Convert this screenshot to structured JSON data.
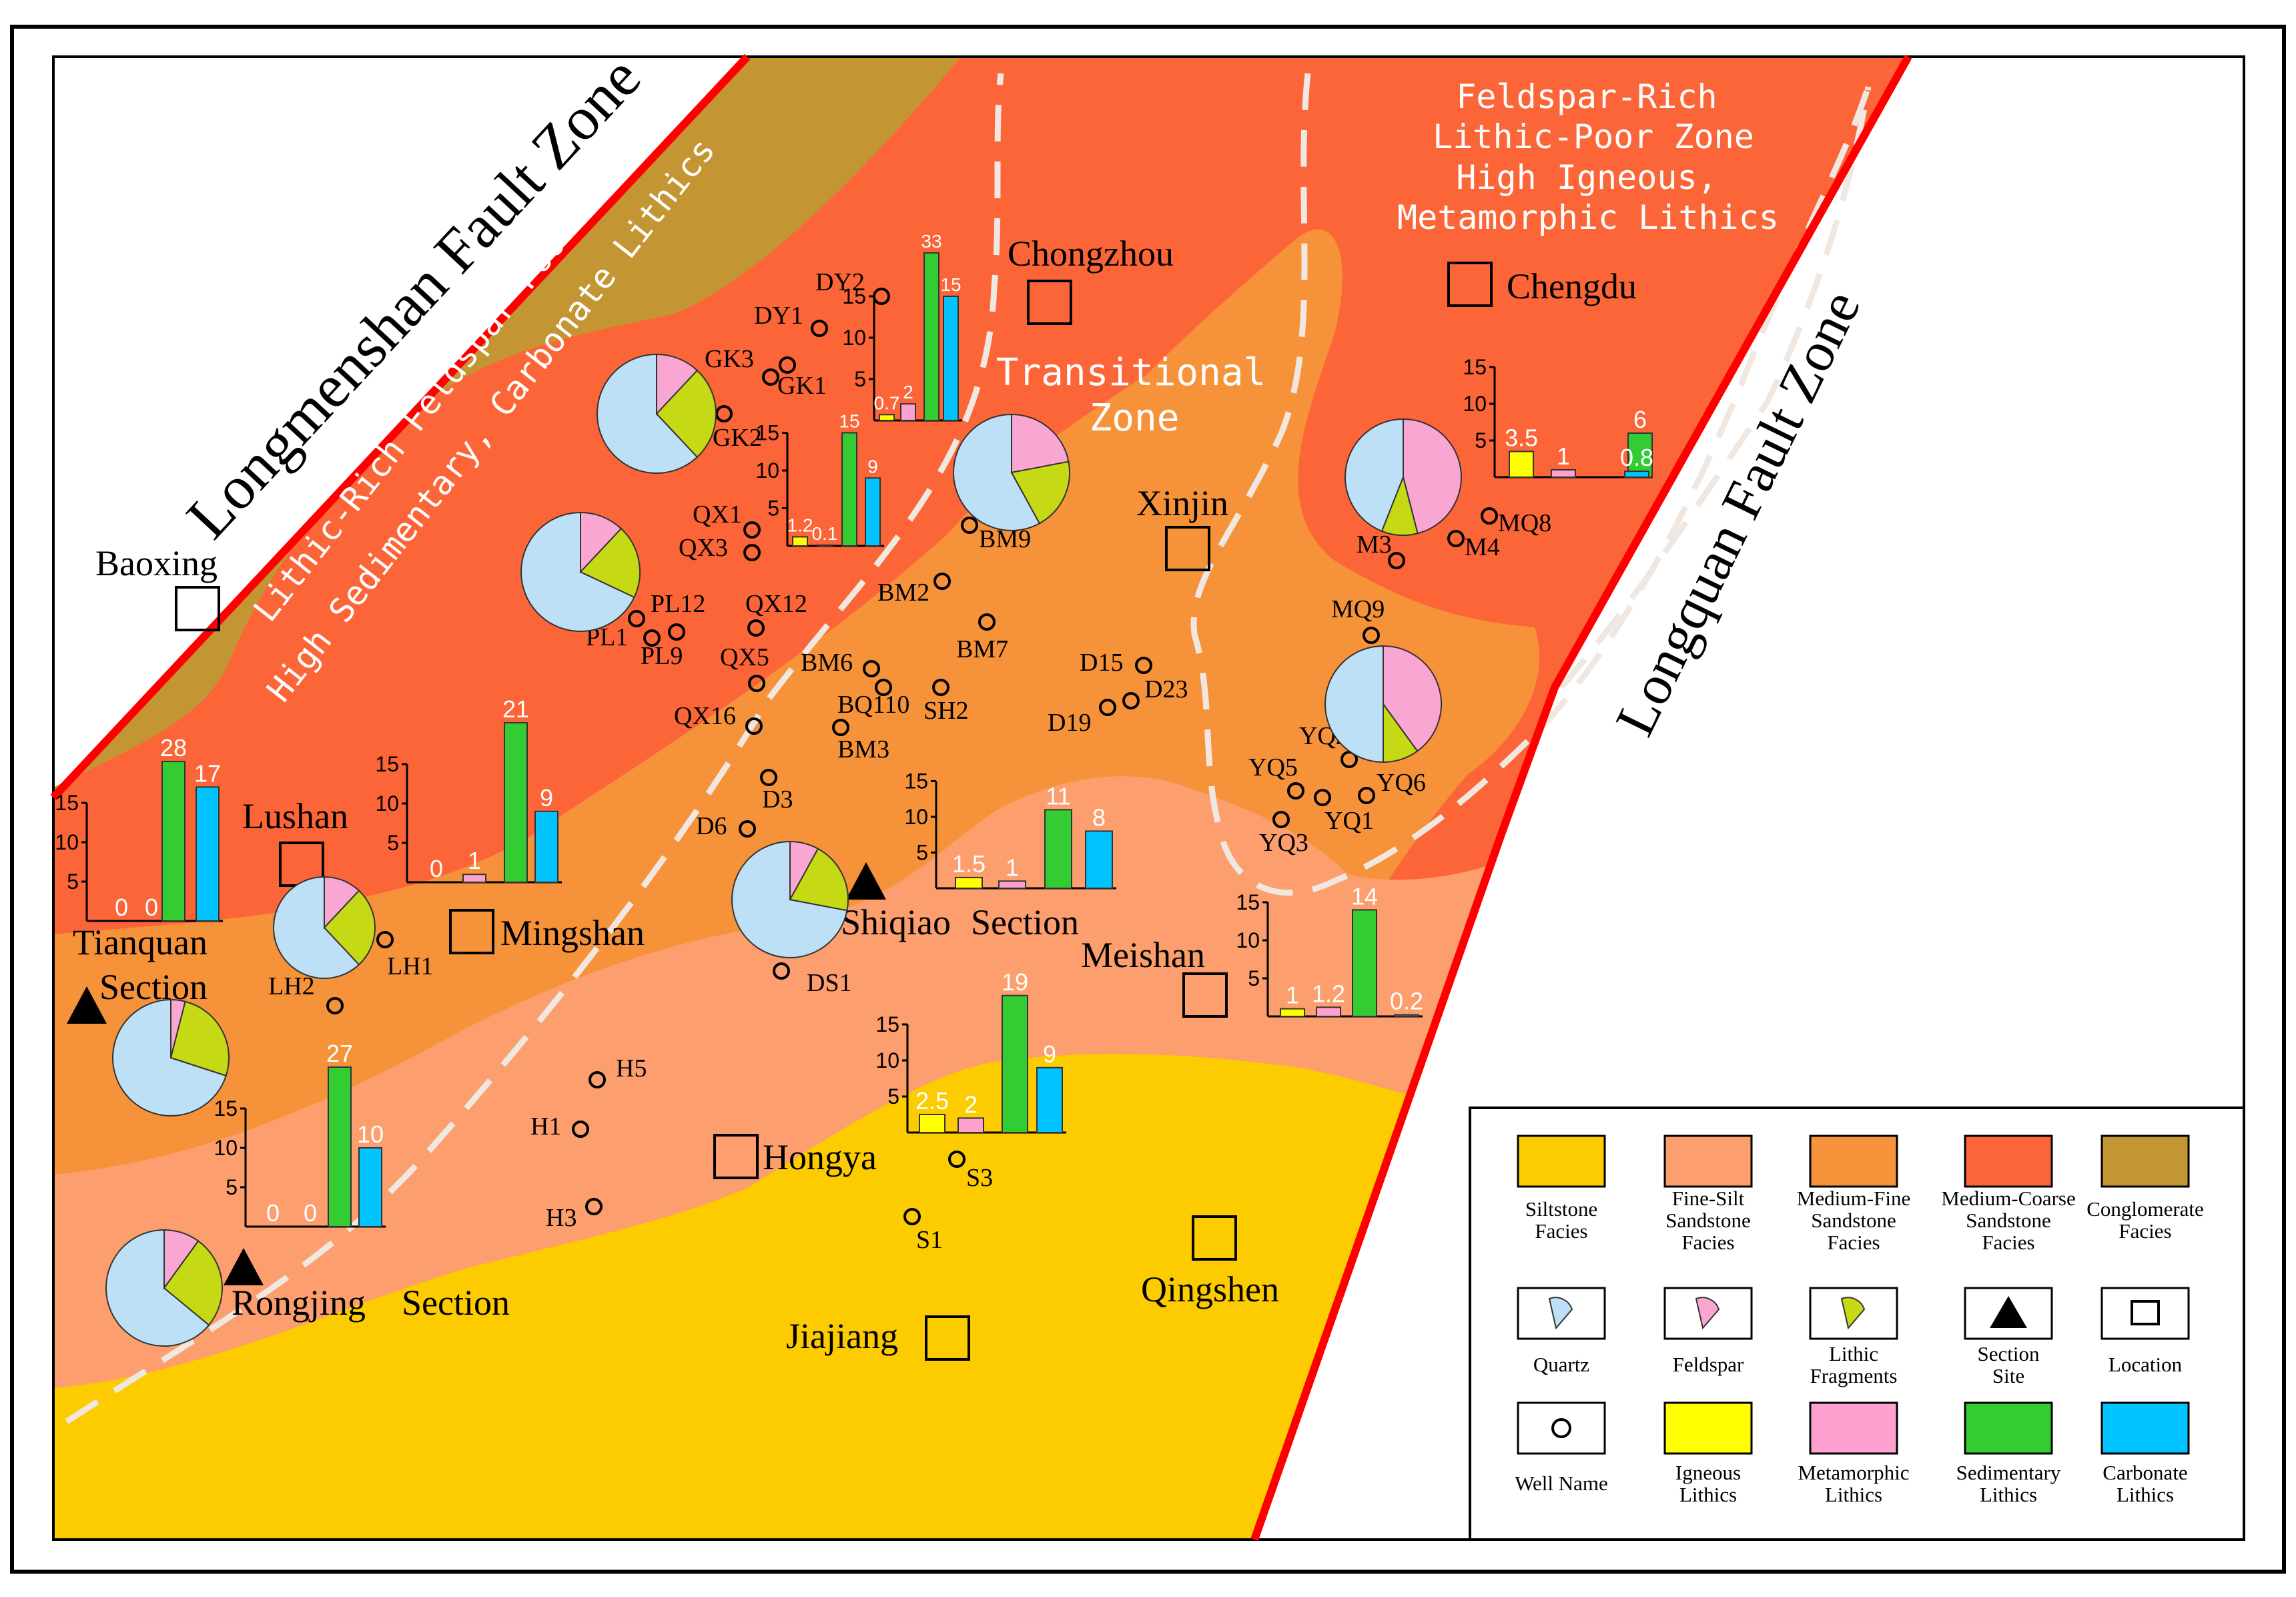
{
  "zones": {
    "longmenshan": "Longmenshan Fault Zone",
    "longquan": "Longquan Fault Zone",
    "transitional": [
      "Transitional",
      "Zone"
    ],
    "lithic_rich": [
      "Lithic-Rich Feldspar-Poor Zone",
      "High Sedimentary, Carbonate Lithics"
    ],
    "feldspar_rich": [
      "Feldspar-Rich",
      "Lithic-Poor Zone",
      "High Igneous,",
      "Metamorphic Lithics"
    ]
  },
  "locations": [
    {
      "id": "chongzhou",
      "label": "Chongzhou"
    },
    {
      "id": "chengdu",
      "label": "Chengdu"
    },
    {
      "id": "xinjin",
      "label": "Xinjin"
    },
    {
      "id": "baoxing",
      "label": "Baoxing"
    },
    {
      "id": "lushan",
      "label": "Lushan"
    },
    {
      "id": "mingshan",
      "label": "Mingshan"
    },
    {
      "id": "meishan",
      "label": "Meishan"
    },
    {
      "id": "hongya",
      "label": "Hongya"
    },
    {
      "id": "qingshen",
      "label": "Qingshen"
    },
    {
      "id": "jiajiang",
      "label": "Jiajiang"
    }
  ],
  "sections": [
    {
      "id": "tianquan",
      "label": [
        "Tianquan",
        "Section"
      ]
    },
    {
      "id": "shiqiao",
      "label": [
        "Shiqiao",
        "Section"
      ]
    },
    {
      "id": "rongjing",
      "label": [
        "Rongjing",
        "Section"
      ]
    }
  ],
  "wells": [
    "DY2",
    "DY1",
    "GK3",
    "GK1",
    "GK2",
    "QX1",
    "QX3",
    "PL12",
    "PL1",
    "PL9",
    "QX12",
    "QX5",
    "QX16",
    "BM2",
    "BM9",
    "BM7",
    "BM6",
    "BQ110",
    "SH2",
    "BM3",
    "D3",
    "D6",
    "D15",
    "D23",
    "D19",
    "MQ8",
    "M3",
    "M4",
    "MQ9",
    "YQ2",
    "YQ5",
    "YQ6",
    "YQ1",
    "YQ3",
    "LH1",
    "LH2",
    "DS1",
    "H5",
    "H1",
    "H3",
    "S3",
    "S1"
  ],
  "chart_data": [
    {
      "type": "pie",
      "id": "pie-gk",
      "categories": [
        "Quartz",
        "Feldspar",
        "Lithic Fragments"
      ],
      "values": [
        62,
        12,
        26
      ]
    },
    {
      "type": "pie",
      "id": "pie-pl",
      "categories": [
        "Quartz",
        "Feldspar",
        "Lithic Fragments"
      ],
      "values": [
        68,
        12,
        20
      ]
    },
    {
      "type": "pie",
      "id": "pie-bm9",
      "categories": [
        "Quartz",
        "Feldspar",
        "Lithic Fragments"
      ],
      "values": [
        58,
        22,
        20
      ]
    },
    {
      "type": "pie",
      "id": "pie-chengdu",
      "categories": [
        "Quartz",
        "Feldspar",
        "Lithic Fragments"
      ],
      "values": [
        44,
        46,
        10
      ]
    },
    {
      "type": "pie",
      "id": "pie-yq",
      "categories": [
        "Quartz",
        "Feldspar",
        "Lithic Fragments"
      ],
      "values": [
        50,
        40,
        10
      ]
    },
    {
      "type": "pie",
      "id": "pie-shiqiao",
      "categories": [
        "Quartz",
        "Feldspar",
        "Lithic Fragments"
      ],
      "values": [
        72,
        8,
        20
      ]
    },
    {
      "type": "pie",
      "id": "pie-lushan",
      "categories": [
        "Quartz",
        "Feldspar",
        "Lithic Fragments"
      ],
      "values": [
        62,
        12,
        26
      ]
    },
    {
      "type": "pie",
      "id": "pie-tianquan",
      "categories": [
        "Quartz",
        "Feldspar",
        "Lithic Fragments"
      ],
      "values": [
        70,
        4,
        26
      ]
    },
    {
      "type": "pie",
      "id": "pie-rongjing",
      "categories": [
        "Quartz",
        "Feldspar",
        "Lithic Fragments"
      ],
      "values": [
        64,
        10,
        26
      ]
    },
    {
      "type": "bar",
      "id": "bar-dy",
      "categories": [
        "Igneous",
        "Metamorphic",
        "Sedimentary",
        "Carbonate"
      ],
      "values": [
        0.7,
        2,
        33,
        15
      ],
      "labels": [
        "0.7",
        "2",
        "33",
        "15"
      ],
      "ticks": [
        5,
        10,
        15
      ],
      "ylim": [
        0,
        15
      ]
    },
    {
      "type": "bar",
      "id": "bar-qx",
      "categories": [
        "Igneous",
        "Metamorphic",
        "Sedimentary",
        "Carbonate"
      ],
      "values": [
        1.2,
        0.1,
        15,
        9
      ],
      "labels": [
        "1.2",
        "0.1",
        "15",
        "9"
      ],
      "ticks": [
        5,
        10,
        15
      ],
      "ylim": [
        0,
        15
      ]
    },
    {
      "type": "bar",
      "id": "bar-chengdu",
      "categories": [
        "Igneous",
        "Metamorphic",
        "Sedimentary",
        "Carbonate"
      ],
      "values": [
        3.5,
        1,
        6,
        0.8
      ],
      "labels": [
        "3.5",
        "1",
        "6",
        "0.8"
      ],
      "ticks": [
        5,
        10,
        15
      ],
      "ylim": [
        0,
        15
      ]
    },
    {
      "type": "bar",
      "id": "bar-tianquan",
      "categories": [
        "Igneous",
        "Metamorphic",
        "Sedimentary",
        "Carbonate"
      ],
      "values": [
        0,
        0,
        28,
        17
      ],
      "labels": [
        "0",
        "0",
        "28",
        "17"
      ],
      "ticks": [
        5,
        10,
        15
      ],
      "ylim": [
        0,
        15
      ]
    },
    {
      "type": "bar",
      "id": "bar-lushan",
      "categories": [
        "Igneous",
        "Metamorphic",
        "Sedimentary",
        "Carbonate"
      ],
      "values": [
        0,
        1,
        21,
        9
      ],
      "labels": [
        "0",
        "1",
        "21",
        "9"
      ],
      "ticks": [
        5,
        10,
        15
      ],
      "ylim": [
        0,
        15
      ]
    },
    {
      "type": "bar",
      "id": "bar-shiqiao",
      "categories": [
        "Igneous",
        "Metamorphic",
        "Sedimentary",
        "Carbonate"
      ],
      "values": [
        1.5,
        1,
        11,
        8
      ],
      "labels": [
        "1.5",
        "1",
        "11",
        "8"
      ],
      "ticks": [
        5,
        10,
        15
      ],
      "ylim": [
        0,
        15
      ]
    },
    {
      "type": "bar",
      "id": "bar-meishan",
      "categories": [
        "Igneous",
        "Metamorphic",
        "Sedimentary",
        "Carbonate"
      ],
      "values": [
        1,
        1.2,
        14,
        0.2
      ],
      "labels": [
        "1",
        "1.2",
        "14",
        "0.2"
      ],
      "ticks": [
        5,
        10,
        15
      ],
      "ylim": [
        0,
        15
      ]
    },
    {
      "type": "bar",
      "id": "bar-hongya",
      "categories": [
        "Igneous",
        "Metamorphic",
        "Sedimentary",
        "Carbonate"
      ],
      "values": [
        2.5,
        2,
        19,
        9
      ],
      "labels": [
        "2.5",
        "2",
        "19",
        "9"
      ],
      "ticks": [
        5,
        10,
        15
      ],
      "ylim": [
        0,
        15
      ]
    },
    {
      "type": "bar",
      "id": "bar-rongjing",
      "categories": [
        "Igneous",
        "Metamorphic",
        "Sedimentary",
        "Carbonate"
      ],
      "values": [
        0,
        0,
        27,
        10
      ],
      "labels": [
        "0",
        "0",
        "27",
        "10"
      ],
      "ticks": [
        5,
        10,
        15
      ],
      "ylim": [
        0,
        15
      ]
    }
  ],
  "legend": [
    {
      "id": "siltstone",
      "label": [
        "Siltstone",
        "Facies"
      ],
      "kind": "swatch",
      "color": "#fccb00"
    },
    {
      "id": "fine-silt",
      "label": [
        "Fine-Silt",
        "Sandstone",
        "Facies"
      ],
      "kind": "swatch",
      "color": "#fc9e6d"
    },
    {
      "id": "medium-fine",
      "label": [
        "Medium-Fine",
        "Sandstone",
        "Facies"
      ],
      "kind": "swatch",
      "color": "#f6923a"
    },
    {
      "id": "medium-coarse",
      "label": [
        "Medium-Coarse",
        "Sandstone",
        "Facies"
      ],
      "kind": "swatch",
      "color": "#fc6537"
    },
    {
      "id": "conglomerate",
      "label": [
        "Conglomerate",
        "Facies"
      ],
      "kind": "swatch",
      "color": "#c49633"
    },
    {
      "id": "quartz",
      "label": [
        "Quartz"
      ],
      "kind": "wedge",
      "color": "#bde0f6"
    },
    {
      "id": "feldspar",
      "label": [
        "Feldspar"
      ],
      "kind": "wedge",
      "color": "#f9a7d2"
    },
    {
      "id": "lithic",
      "label": [
        "Lithic",
        "Fragments"
      ],
      "kind": "wedge",
      "color": "#c5da14"
    },
    {
      "id": "section-site",
      "label": [
        "Section",
        "Site"
      ],
      "kind": "triangle",
      "color": "#000000"
    },
    {
      "id": "location",
      "label": [
        "Location"
      ],
      "kind": "square",
      "color": "#000000"
    },
    {
      "id": "well-name",
      "label": [
        "Well Name"
      ],
      "kind": "circle",
      "color": "#000000"
    },
    {
      "id": "igneous",
      "label": [
        "Igneous",
        "Lithics"
      ],
      "kind": "swatch",
      "color": "#ffff00"
    },
    {
      "id": "metamorphic",
      "label": [
        "Metamorphic",
        "Lithics"
      ],
      "kind": "swatch",
      "color": "#fca1d0"
    },
    {
      "id": "sedimentary",
      "label": [
        "Sedimentary",
        "Lithics"
      ],
      "kind": "swatch",
      "color": "#33cc33"
    },
    {
      "id": "carbonate",
      "label": [
        "Carbonate",
        "Lithics"
      ],
      "kind": "swatch",
      "color": "#00c3ff"
    }
  ],
  "colors": {
    "siltstone": "#fccb00",
    "fine_silt": "#fc9e6d",
    "medium_fine": "#f6923a",
    "medium_coarse": "#fc6537",
    "conglomerate": "#c49633",
    "quartz": "#bde0f6",
    "feldspar": "#f9a7d2",
    "lithic": "#c5da14",
    "igneous": "#ffff00",
    "metamorphic": "#fca1d0",
    "sedimentary": "#33cc33",
    "carbonate": "#00c3ff",
    "fault": "#ff0000",
    "boundary": "#f0e8e0"
  }
}
